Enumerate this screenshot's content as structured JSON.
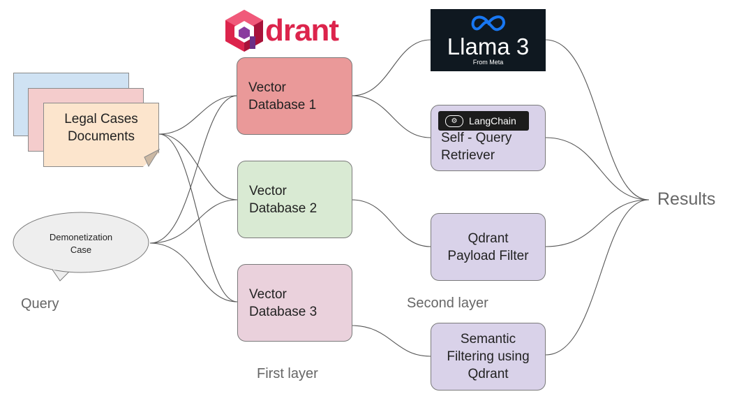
{
  "logos": {
    "qdrant_text": "drant",
    "llama_text": "Llama 3",
    "llama_sub": "From Meta",
    "langchain_text": "LangChain"
  },
  "documents": {
    "line1": "Legal Cases",
    "line2": "Documents"
  },
  "query_bubble": {
    "line1": "Demonetization",
    "line2": "Case"
  },
  "labels": {
    "query": "Query",
    "first_layer": "First layer",
    "second_layer": "Second layer",
    "results": "Results"
  },
  "vector_dbs": [
    {
      "line1": "Vector",
      "line2": "Database 1"
    },
    {
      "line1": "Vector",
      "line2": "Database 2"
    },
    {
      "line1": "Vector",
      "line2": "Database 3"
    }
  ],
  "second_layer": {
    "self_query": {
      "line1": "Self - Query",
      "line2": "Retriever"
    },
    "payload_filter": {
      "line1": "Qdrant",
      "line2": "Payload Filter"
    },
    "semantic": {
      "line1": "Semantic",
      "line2": "Filtering using",
      "line3": "Qdrant"
    }
  },
  "colors": {
    "vdb1": "#ea9999",
    "vdb2": "#d9ead3",
    "vdb3": "#ead1dc",
    "second_layer": "#d9d2e9",
    "doc_blue": "#cfe2f3",
    "doc_pink": "#f4cccc",
    "doc_peach": "#fce5cd",
    "bubble": "#eeeeee",
    "qdrant_brand": "#dc244c",
    "llama_bg": "#0f1820"
  }
}
